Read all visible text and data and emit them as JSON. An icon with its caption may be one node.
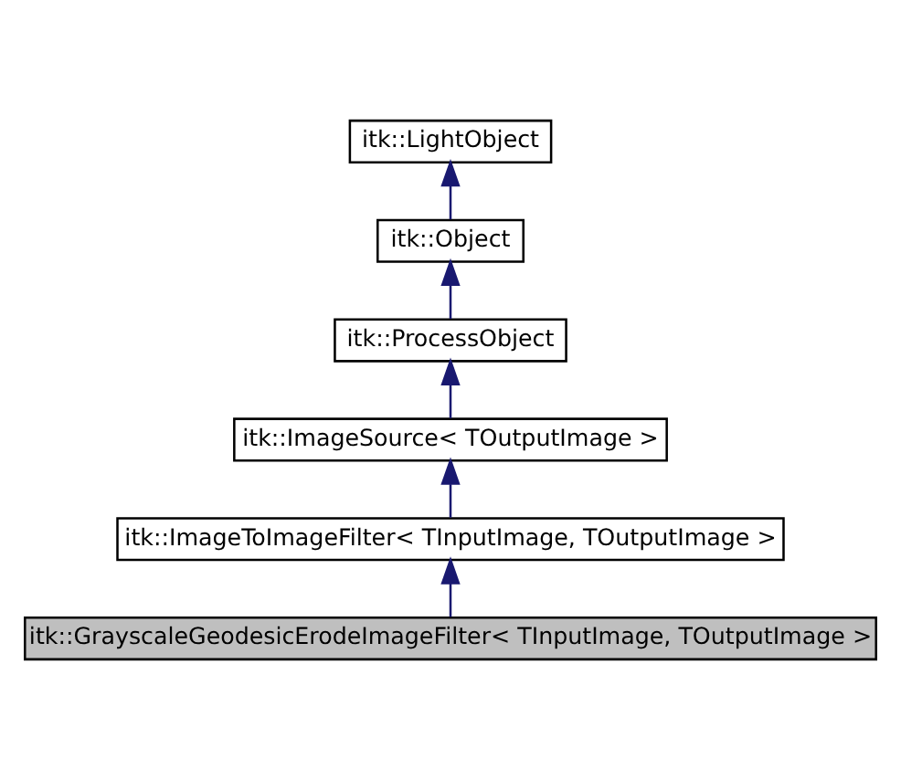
{
  "diagram": {
    "nodes": [
      {
        "text": [
          "itk::LightObject"
        ]
      },
      {
        "text": [
          "itk::Object"
        ]
      },
      {
        "text": [
          "itk::ProcessObject"
        ]
      },
      {
        "text": [
          "itk::ImageSource< TOutputImage >"
        ]
      },
      {
        "text": [
          "itk::ImageToImageFilter< TInputImage, TOutputImage >"
        ]
      },
      {
        "text": [
          "itk::GrayscaleGeodesicErodeImageFilter< TInputImage, TOutputImage >"
        ]
      }
    ],
    "edges": [
      {
        "from": 1,
        "to": 0,
        "arrow": "to"
      },
      {
        "from": 2,
        "to": 1,
        "arrow": "to"
      },
      {
        "from": 3,
        "to": 2,
        "arrow": "to"
      },
      {
        "from": 4,
        "to": 3,
        "arrow": "to"
      },
      {
        "from": 5,
        "to": 4,
        "arrow": "to"
      }
    ]
  }
}
